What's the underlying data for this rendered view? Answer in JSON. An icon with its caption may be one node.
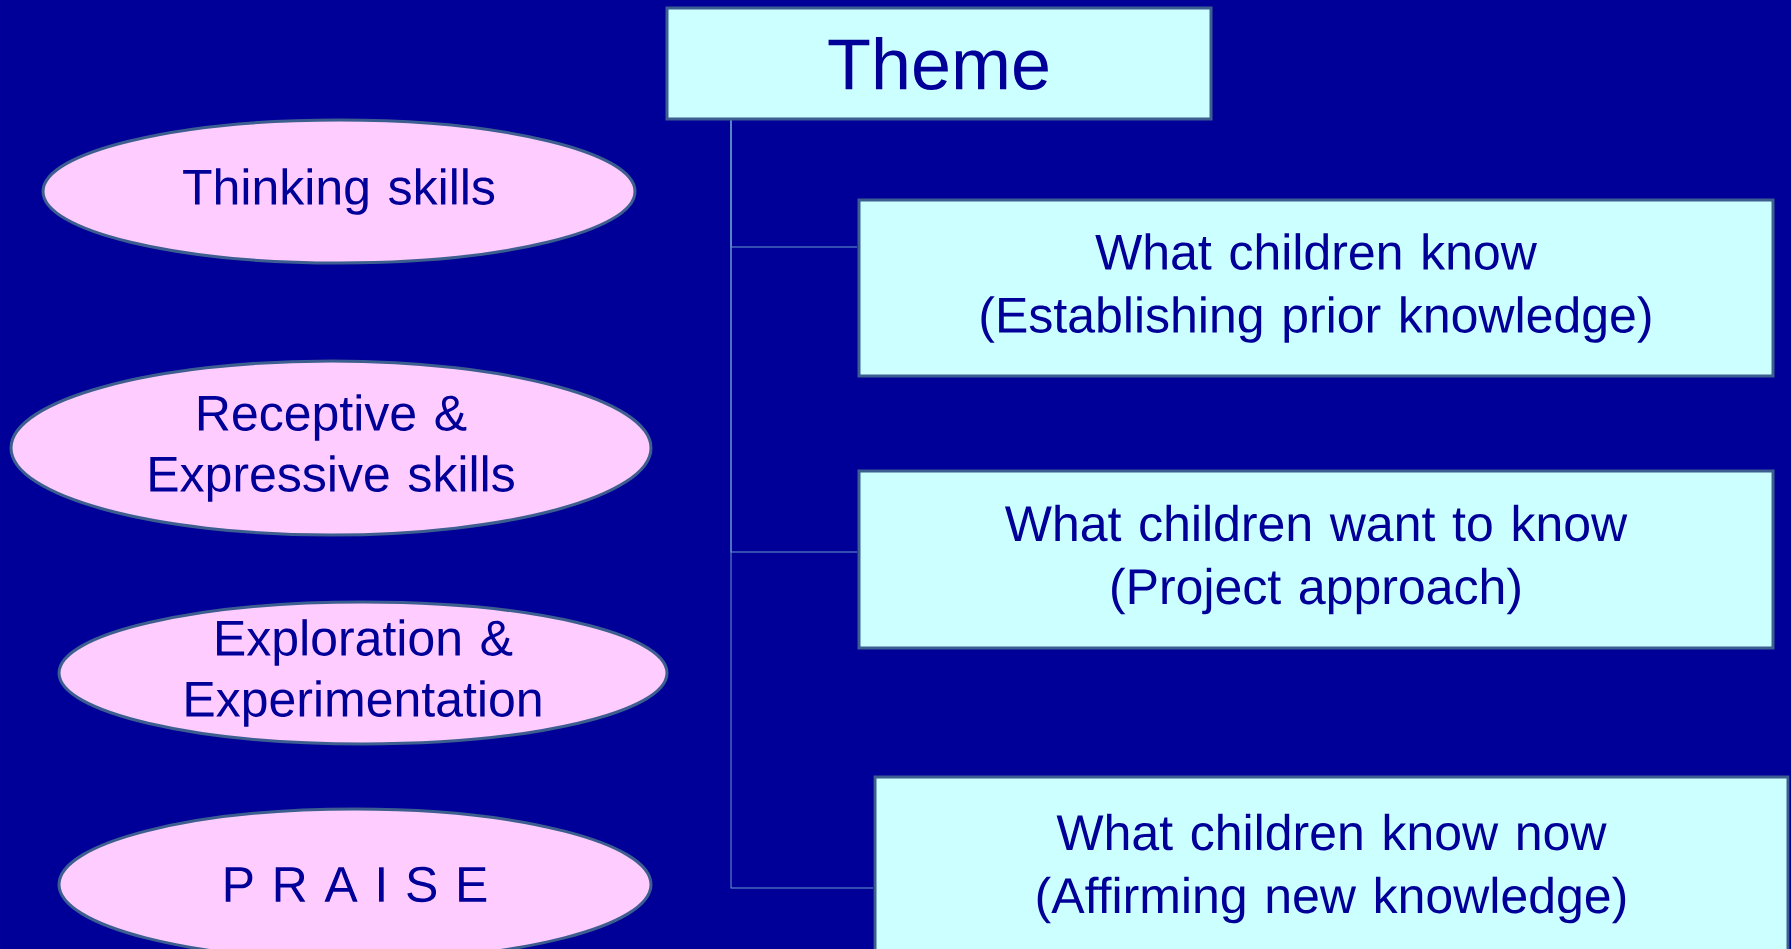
{
  "diagram": {
    "nodes": [
      {
        "text": [
          "Theme"
        ]
      },
      {
        "text": [
          "What children know",
          "(Establishing prior knowledge)"
        ]
      },
      {
        "text": [
          "What children want to know",
          "(Project approach)"
        ]
      },
      {
        "text": [
          "What children know now",
          "(Affirming new knowledge)"
        ]
      },
      {
        "text": [
          "Thinking skills"
        ]
      },
      {
        "text": [
          "Receptive & Expressive skills"
        ]
      },
      {
        "text": [
          "Exploration & Experimentation"
        ]
      },
      {
        "text": [
          "P R A I S E"
        ]
      }
    ],
    "edges": [
      {
        "from": 0,
        "to": 1,
        "arrow": "none"
      },
      {
        "from": 0,
        "to": 2,
        "arrow": "none"
      },
      {
        "from": 0,
        "to": 3,
        "arrow": "none"
      }
    ]
  }
}
